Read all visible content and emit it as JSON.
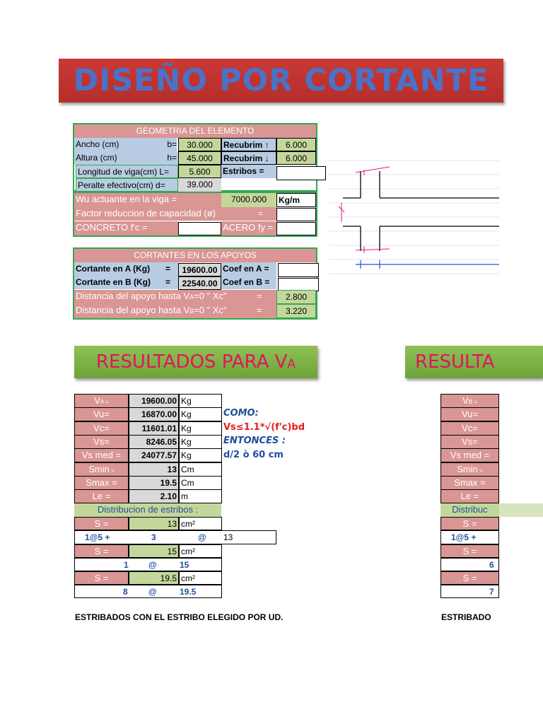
{
  "title": "DISEÑO POR CORTANTE",
  "geometry": {
    "header": "GEOMETRIA DEL ELEMENTO",
    "ancho_label": "Ancho (cm)",
    "b_label": "b=",
    "b_value": "30.000",
    "recub_top_label": "Recubrim ↑",
    "recub_top_value": "6.000",
    "altura_label": "Altura (cm)",
    "h_label": "h=",
    "h_value": "45.000",
    "recub_bot_label": "Recubrim ↓",
    "recub_bot_value": "6.000",
    "long_label": "Longitud de viga(cm) L=",
    "long_value": "5.600",
    "estribos_label": "Estribos =",
    "estribos_value": "",
    "peralte_label": "Peralte efectivo(cm) d=",
    "peralte_value": "39.000",
    "wu_label": "Wu  actuante en la viga =",
    "wu_value": "7000.000",
    "wu_unit": "Kg/m",
    "factor_label": "Factor reduccion de capacidad (ø)",
    "factor_eq": "=",
    "factor_value": "",
    "concreto_label": "CONCRETO  f'c =",
    "concreto_value": "",
    "acero_label": "ACERO fy =",
    "acero_value": ""
  },
  "cortantes": {
    "header": "CORTANTES EN LOS APOYOS",
    "a_label": "Cortante en  A  (Kg)",
    "a_eq": "=",
    "a_value": "19600.00",
    "coef_a_label": "Coef en A =",
    "coef_a_value": "",
    "b_label": "Cortante en  B  (Kg)",
    "b_eq": "=",
    "b_value": "22540.00",
    "coef_b_label": "Coef en B =",
    "coef_b_value": "",
    "dist_a_label": "Distancia del apoyo hasta V",
    "dist_a_sub": "A",
    "dist_a_rest": "=0  \" Xc\"",
    "dist_a_eq": "=",
    "dist_a_value": "2.800",
    "dist_b_label": "Distancia del apoyo hasta V",
    "dist_b_sub": "B",
    "dist_b_rest": "=0  \" Xc\"",
    "dist_b_eq": "=",
    "dist_b_value": "3.220"
  },
  "resultados_a": {
    "banner_main": "RESULTADOS PARA V",
    "banner_sub": "A",
    "rows": [
      {
        "label": "V",
        "sub": "A =",
        "value": "19600.00",
        "unit": "Kg"
      },
      {
        "label": "Vu=",
        "sub": "",
        "value": "16870.00",
        "unit": "Kg"
      },
      {
        "label": "Vc=",
        "sub": "",
        "value": "11601.01",
        "unit": "Kg"
      },
      {
        "label": "Vs=",
        "sub": "",
        "value": "8246.05",
        "unit": "Kg"
      },
      {
        "label": "Vs med =",
        "sub": "",
        "value": "24077.57",
        "unit": "Kg"
      },
      {
        "label": "Smin",
        "sub": " =",
        "value": "13",
        "unit": "Cm"
      },
      {
        "label": "Smax =",
        "sub": "",
        "value": "19.5",
        "unit": "Cm"
      },
      {
        "label": "Le =",
        "sub": "",
        "value": "2.10",
        "unit": "m"
      }
    ],
    "dist_header": "Distribucion de estribos :",
    "s1_label": "S =",
    "s1_value": "13",
    "s1_unit": "cm²",
    "line1_a": "1@5   +",
    "line1_b": "3",
    "line1_at": "@",
    "line1_c": "13",
    "s2_label": "S =",
    "s2_value": "15",
    "s2_unit": "cm²",
    "line2_a": "1",
    "line2_at": "@",
    "line2_c": "15",
    "s3_label": "S =",
    "s3_value": "19.5",
    "s3_unit": "cm²",
    "line3_a": "8",
    "line3_at": "@",
    "line3_c": "19.5",
    "footer": "ESTRIBADOS CON EL ESTRIBO ELEGIDO POR UD."
  },
  "notes": {
    "como": "COMO:",
    "formula": "Vs≤1.1*√(f'c)bd",
    "entonces": "ENTONCES :",
    "spacing": "d/2 ò 60 cm"
  },
  "resultados_b": {
    "banner_main": "RESULTA",
    "rows": [
      {
        "label": "V",
        "sub": "B ="
      },
      {
        "label": "Vu=",
        "sub": ""
      },
      {
        "label": "Vc=",
        "sub": ""
      },
      {
        "label": "Vs=",
        "sub": ""
      },
      {
        "label": "Vs med =",
        "sub": ""
      },
      {
        "label": "Smin",
        "sub": " ="
      },
      {
        "label": "Smax =",
        "sub": ""
      },
      {
        "label": "Le =",
        "sub": ""
      }
    ],
    "dist_header": "Distribuc",
    "s1_label": "S =",
    "line1_a": "1@5   +",
    "s2_label": "S =",
    "line2_a": "6",
    "s3_label": "S =",
    "line3_a": "7",
    "footer": "ESTRIBADO"
  }
}
